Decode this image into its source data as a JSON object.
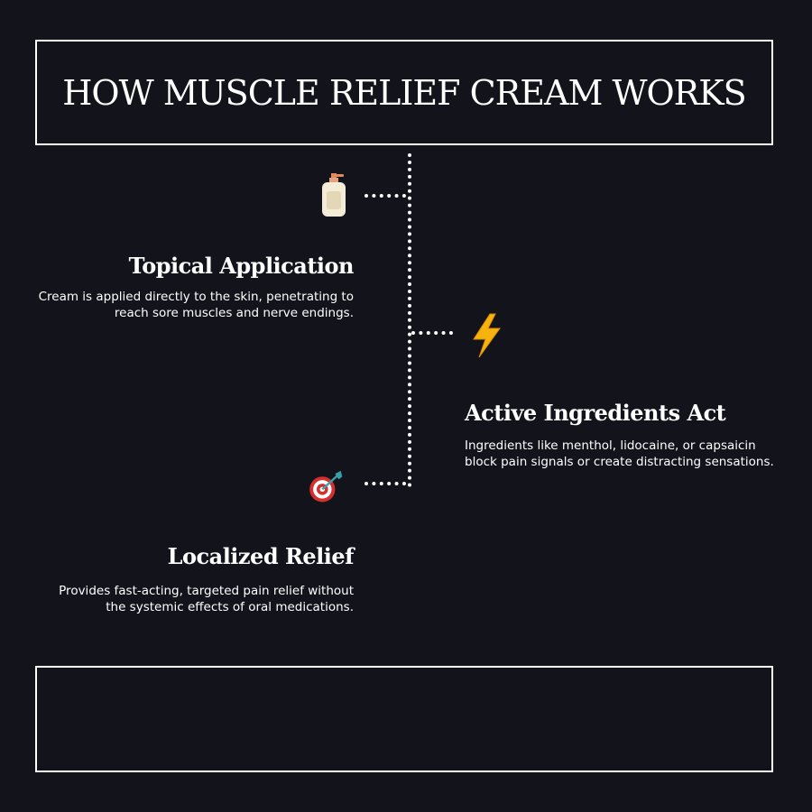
{
  "title": "HOW MUSCLE RELIEF CREAM WORKS",
  "steps": [
    {
      "title": "Topical Application",
      "description_lines": [
        "Cream is applied directly to the skin, penetrating to",
        "reach sore muscles and nerve endings."
      ],
      "icon": "lotion-bottle-icon"
    },
    {
      "title": "Active Ingredients Act",
      "description_lines": [
        "Ingredients like menthol, lidocaine, or capsaicin",
        "block pain signals or create distracting sensations."
      ],
      "icon": "lightning-bolt-icon"
    },
    {
      "title": "Localized Relief",
      "description_lines": [
        "Provides fast-acting, targeted pain relief without",
        "the systemic effects of oral medications."
      ],
      "icon": "target-dart-icon"
    }
  ],
  "colors": {
    "background": "#13141b",
    "foreground": "#ffffff",
    "bolt": "#f6b30e",
    "target_red": "#d62d2d",
    "dart": "#3aa0a8"
  }
}
